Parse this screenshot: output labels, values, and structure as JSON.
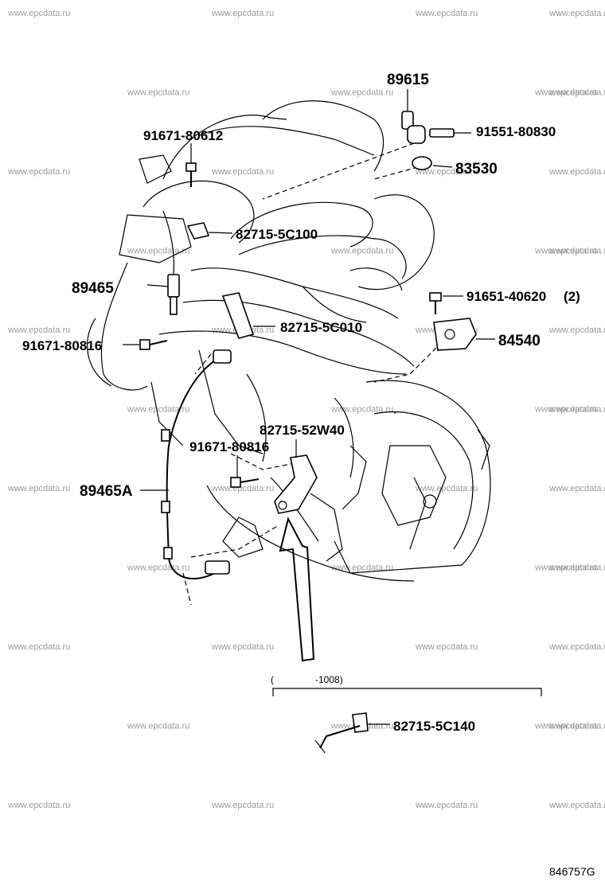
{
  "watermark": "www.epcdata.ru",
  "parts": [
    {
      "id": "p89615",
      "label": "89615"
    },
    {
      "id": "p9155180830",
      "label": "91551-80830"
    },
    {
      "id": "p9167180612",
      "label": "91671-80612"
    },
    {
      "id": "p83530",
      "label": "83530"
    },
    {
      "id": "p827155c100",
      "label": "82715-5C100"
    },
    {
      "id": "p89465",
      "label": "89465"
    },
    {
      "id": "p9165140620",
      "label": "91651-40620"
    },
    {
      "id": "p9165140620qty",
      "label": "(2)"
    },
    {
      "id": "p827155c010",
      "label": "82715-5C010"
    },
    {
      "id": "p9167180816a",
      "label": "91671-80816"
    },
    {
      "id": "p84540",
      "label": "84540"
    },
    {
      "id": "p8271552w40",
      "label": "82715-52W40"
    },
    {
      "id": "p9167180816b",
      "label": "91671-80816"
    },
    {
      "id": "p89465a",
      "label": "89465A"
    },
    {
      "id": "p827155c140",
      "label": "82715-5C140"
    }
  ],
  "range_note": {
    "open": "(",
    "value": "-1008)"
  },
  "diagram_code": "846757G"
}
